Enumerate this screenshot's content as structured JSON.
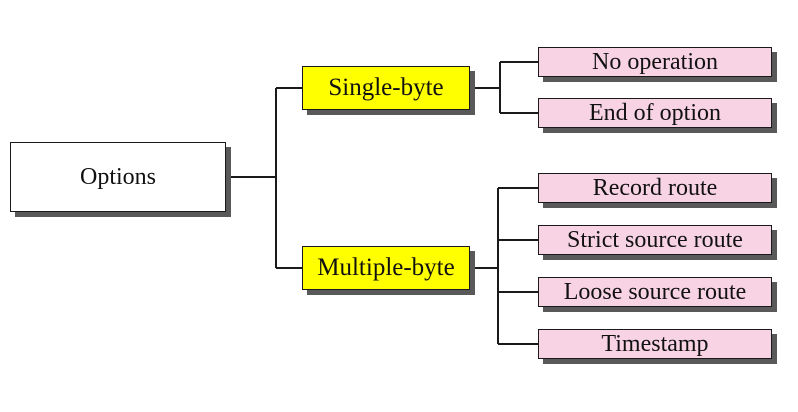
{
  "root": {
    "label": "Options"
  },
  "categories": [
    {
      "label": "Single-byte",
      "items": [
        "No operation",
        "End of option"
      ]
    },
    {
      "label": "Multiple-byte",
      "items": [
        "Record route",
        "Strict source route",
        "Loose source route",
        "Timestamp"
      ]
    }
  ],
  "colors": {
    "line": "#1a1a1a",
    "shadow": "#595959",
    "root_fill": "#ffffff",
    "category_fill": "#ffff00",
    "leaf_fill": "#f8d3e3"
  }
}
